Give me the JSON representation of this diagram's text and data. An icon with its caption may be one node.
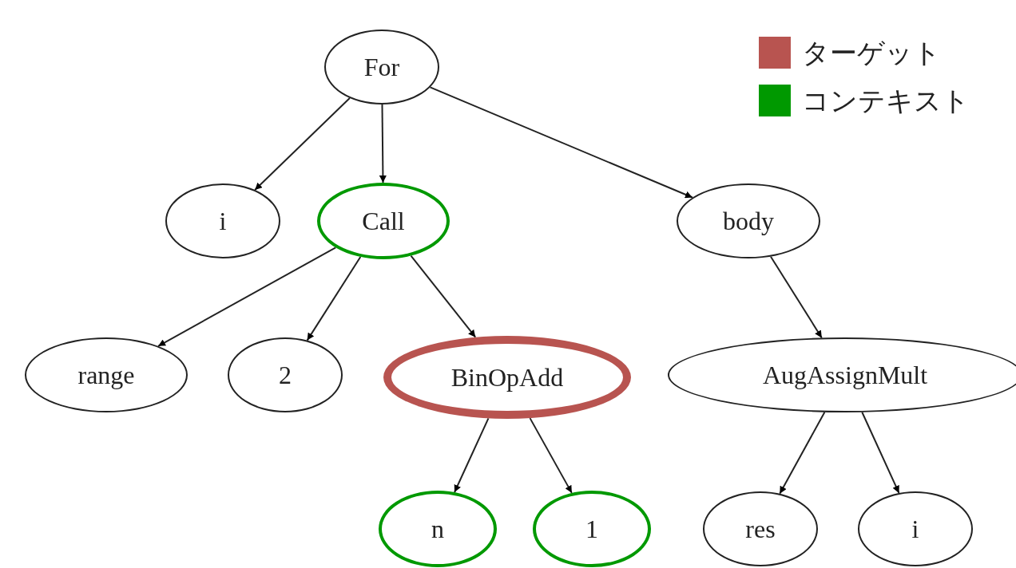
{
  "diagram": {
    "nodes": [
      {
        "text": [
          "For"
        ]
      },
      {
        "text": [
          "i"
        ]
      },
      {
        "text": [
          "Call"
        ]
      },
      {
        "text": [
          "body"
        ]
      },
      {
        "text": [
          "range"
        ]
      },
      {
        "text": [
          "2"
        ]
      },
      {
        "text": [
          "BinOpAdd"
        ]
      },
      {
        "text": [
          "AugAssignMult"
        ]
      },
      {
        "text": [
          "n"
        ]
      },
      {
        "text": [
          "1"
        ]
      },
      {
        "text": [
          "res"
        ]
      },
      {
        "text": [
          "i"
        ]
      }
    ],
    "edges": [
      {
        "from": 0,
        "to": 1,
        "arrow": "to"
      },
      {
        "from": 0,
        "to": 2,
        "arrow": "to"
      },
      {
        "from": 0,
        "to": 3,
        "arrow": "to"
      },
      {
        "from": 2,
        "to": 4,
        "arrow": "to"
      },
      {
        "from": 2,
        "to": 5,
        "arrow": "to"
      },
      {
        "from": 2,
        "to": 6,
        "arrow": "to"
      },
      {
        "from": 3,
        "to": 7,
        "arrow": "to"
      },
      {
        "from": 6,
        "to": 8,
        "arrow": "to"
      },
      {
        "from": 6,
        "to": 9,
        "arrow": "to"
      },
      {
        "from": 7,
        "to": 10,
        "arrow": "to"
      },
      {
        "from": 7,
        "to": 11,
        "arrow": "to"
      }
    ],
    "legend": [
      {
        "text": "ターゲット",
        "color": "#b85450"
      },
      {
        "text": "コンテキスト",
        "color": "#009900"
      }
    ]
  }
}
